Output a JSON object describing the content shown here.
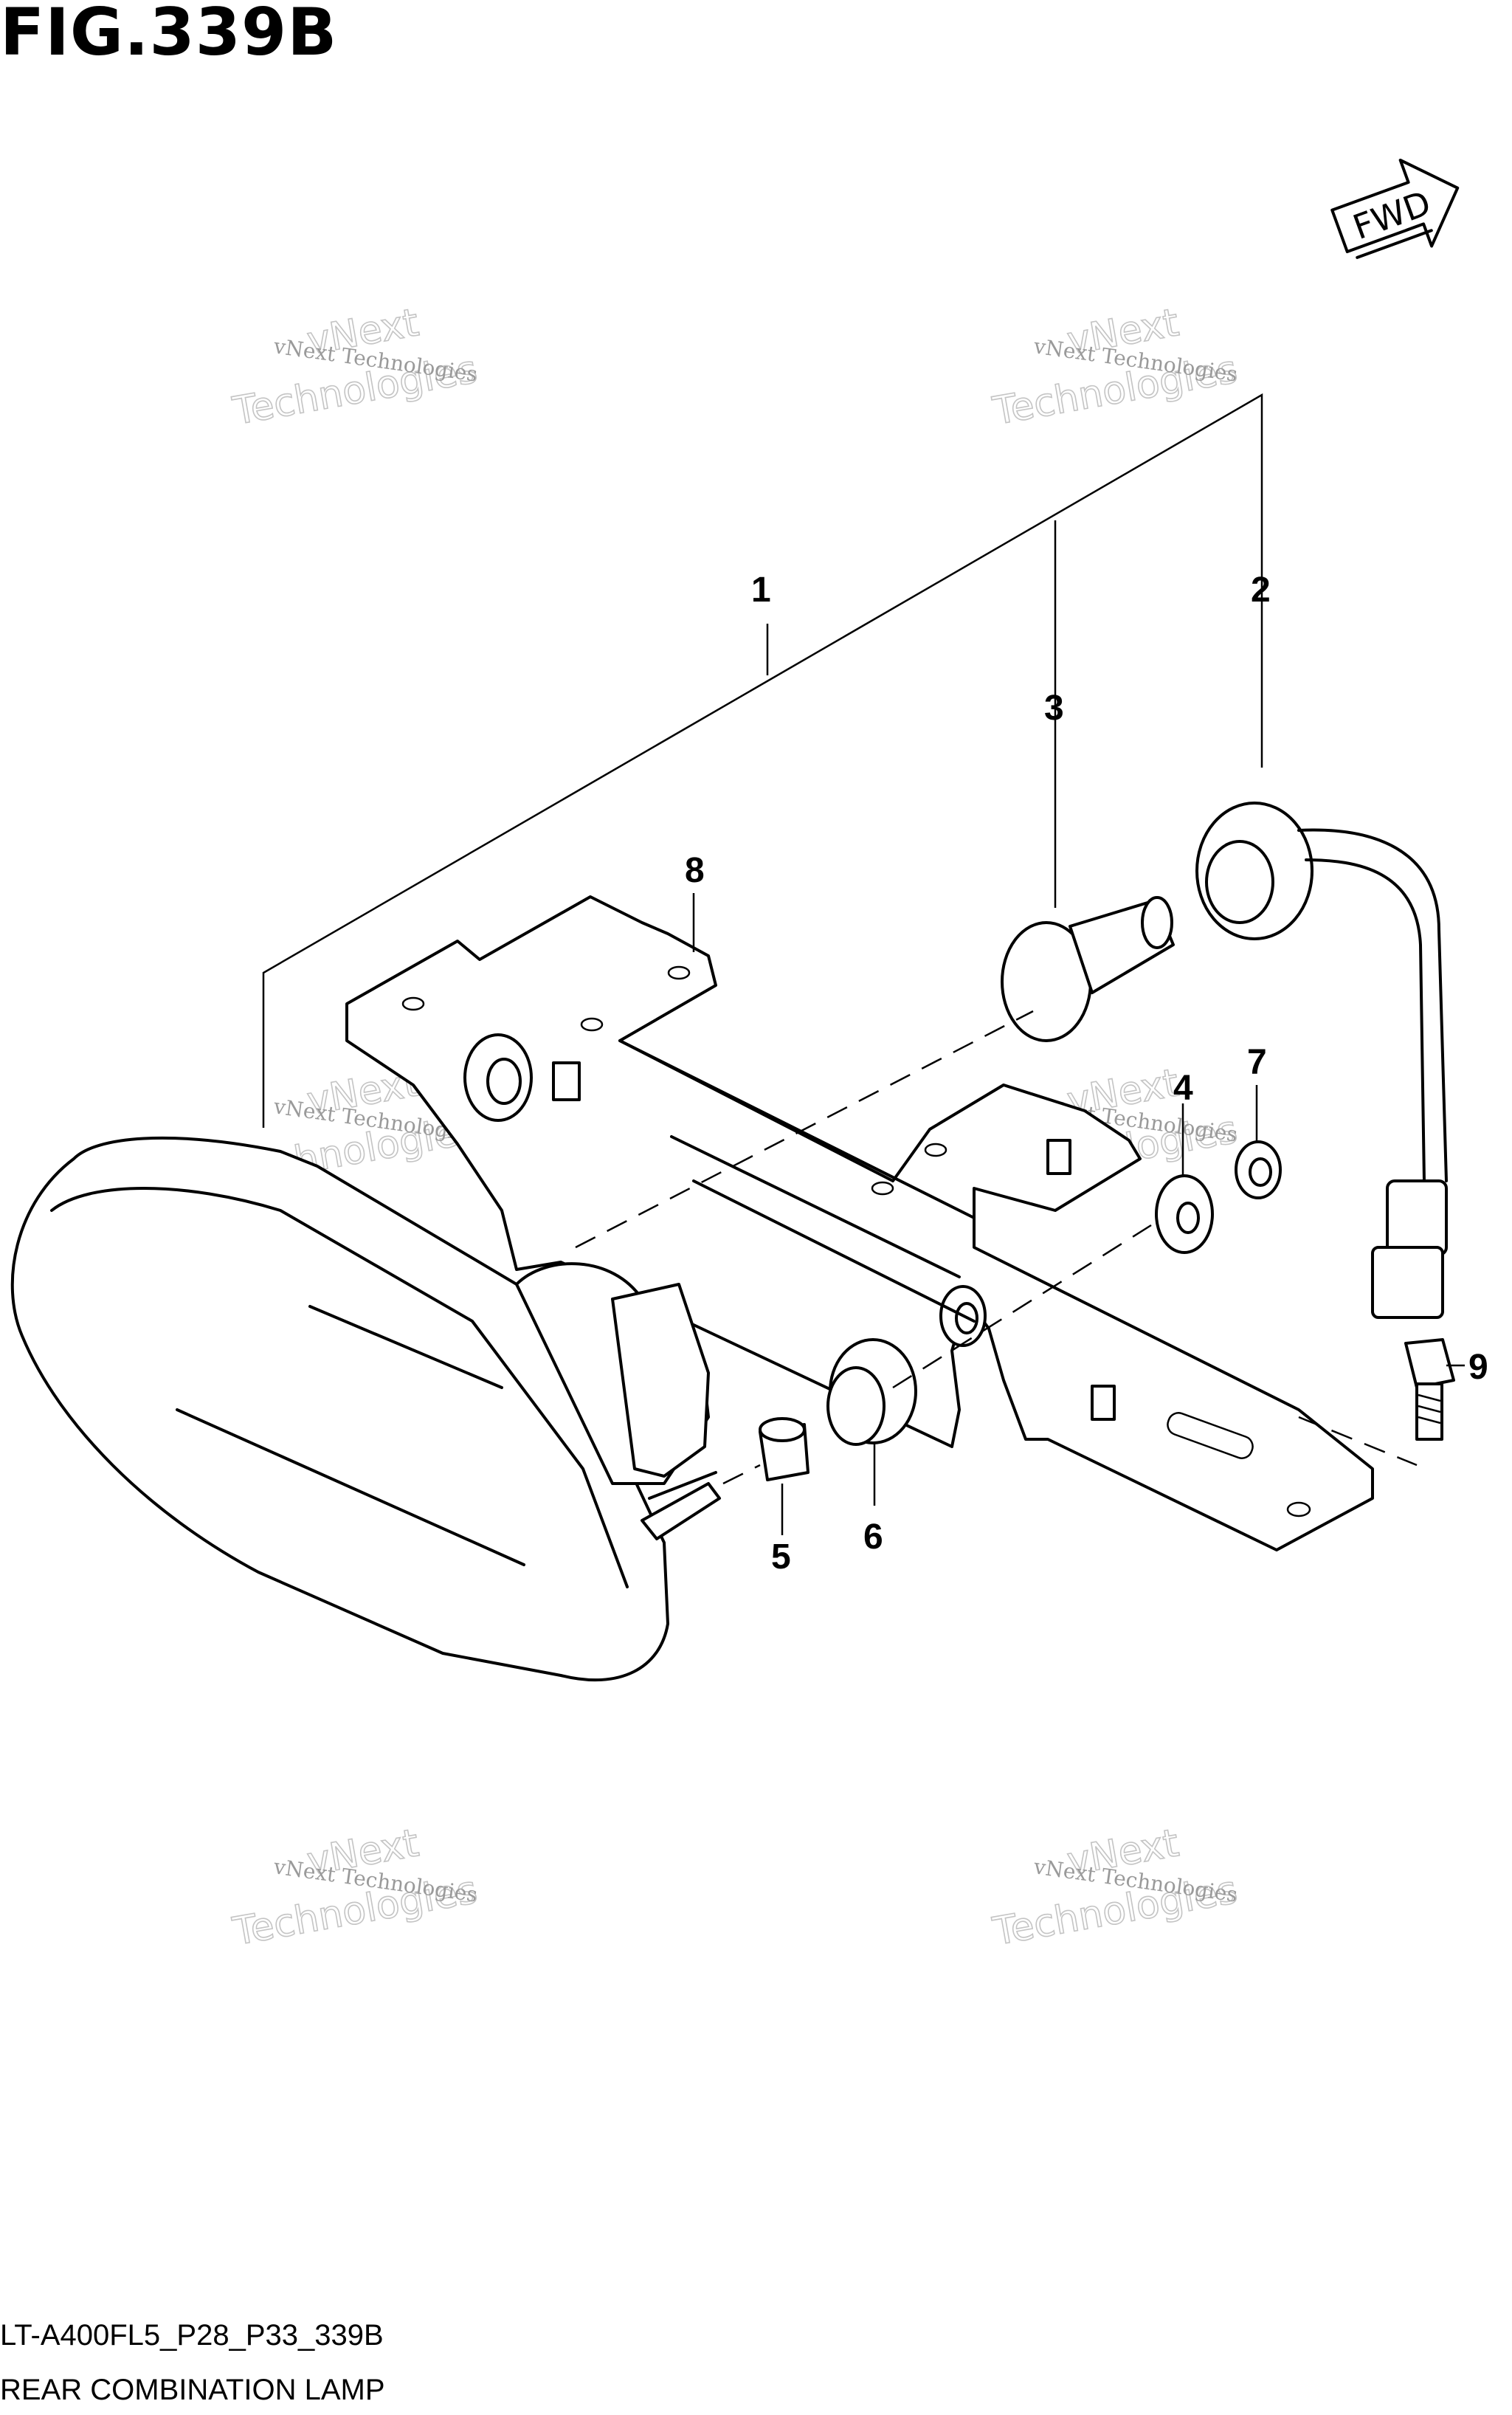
{
  "figure": {
    "title": "FIG.339B",
    "model_code": "LT-A400FL5_P28_P33_339B",
    "diagram_title": "REAR COMBINATION LAMP",
    "fwd_label": "FWD"
  },
  "parts": [
    {
      "number": "1"
    },
    {
      "number": "2"
    },
    {
      "number": "3"
    },
    {
      "number": "4"
    },
    {
      "number": "5"
    },
    {
      "number": "6"
    },
    {
      "number": "7"
    },
    {
      "number": "8"
    },
    {
      "number": "9"
    }
  ],
  "watermark": {
    "line1": "vNext Technologies",
    "line2": "vNext",
    "line3": "Technologies"
  },
  "icons": [
    "fwd-arrow-icon"
  ]
}
